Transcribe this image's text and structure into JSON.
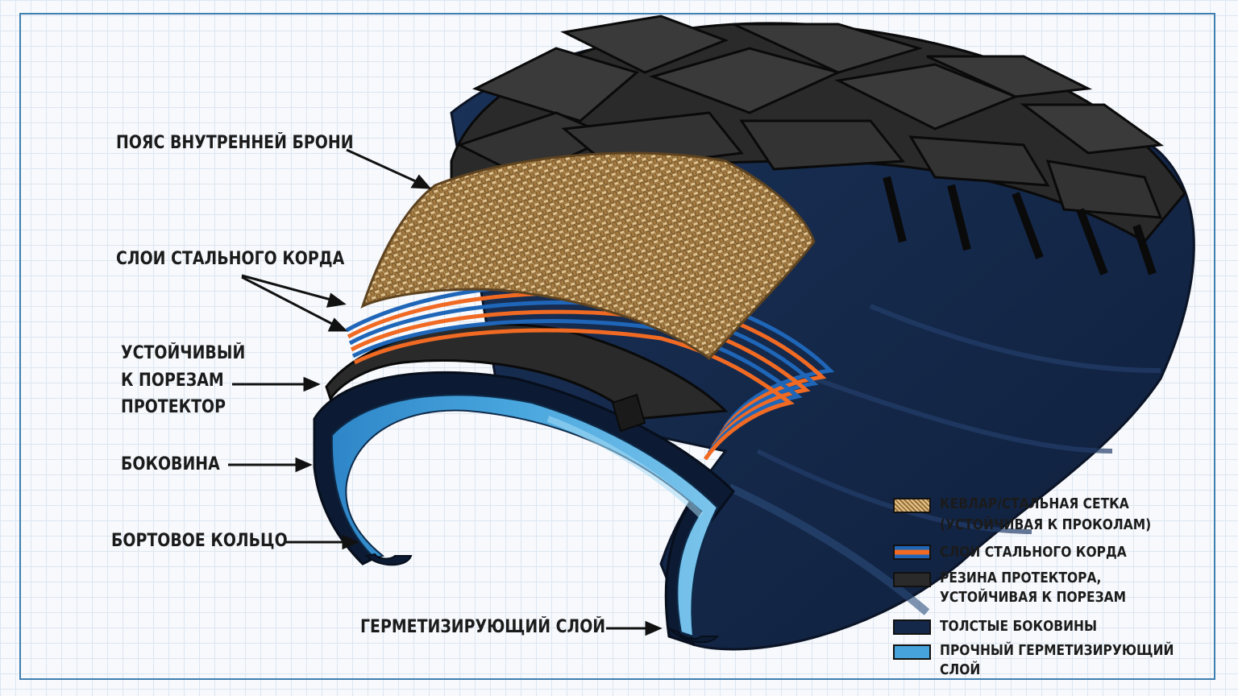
{
  "labels": {
    "armor_belt": "ПОЯС ВНУТРЕННЕЙ БРОНИ",
    "steel_cord": "СЛОИ СТАЛЬНОГО КОРДА",
    "tread_line1": "УСТОЙЧИВЫЙ",
    "tread_line2": "К ПОРЕЗАМ",
    "tread_line3": "ПРОТЕКТОР",
    "sidewall": "БОКОВИНА",
    "bead": "БОРТОВОЕ КОЛЬЦО",
    "sealant": "ГЕРМЕТИЗИРУЮЩИЙ СЛОЙ"
  },
  "legend": [
    {
      "line1": "КЕВЛАР/СТАЛЬНАЯ СЕТКА",
      "line2": "(УСТОЙЧИВАЯ К ПРОКОЛАМ)",
      "swatch": "mesh",
      "color": "#c9a167"
    },
    {
      "line1": "СЛОИ СТАЛЬНОГО КОРДА",
      "line2": "",
      "swatch": "cord",
      "color": "#f06a23"
    },
    {
      "line1": "РЕЗИНА ПРОТЕКТОРА,",
      "line2": "УСТОЙЧИВАЯ К ПОРЕЗАМ",
      "swatch": "rubber",
      "color": "#2a2a2a"
    },
    {
      "line1": "ТОЛСТЫЕ БОКОВИНЫ",
      "line2": "",
      "swatch": "sidewall",
      "color": "#14284a"
    },
    {
      "line1": "ПРОЧНЫЙ ГЕРМЕТИЗИРУЮЩИЙ",
      "line2": "СЛОЙ",
      "swatch": "sealant",
      "color": "#46a3dc"
    }
  ],
  "colors": {
    "frame": "#3f7fb0",
    "grid": "#dde6f1",
    "tread": "#262626",
    "sidewall": "#14284a",
    "mesh": "#c9a167",
    "cord_orange": "#f06a23",
    "cord_blue": "#1f66b8",
    "sealant": "#46a3dc"
  }
}
